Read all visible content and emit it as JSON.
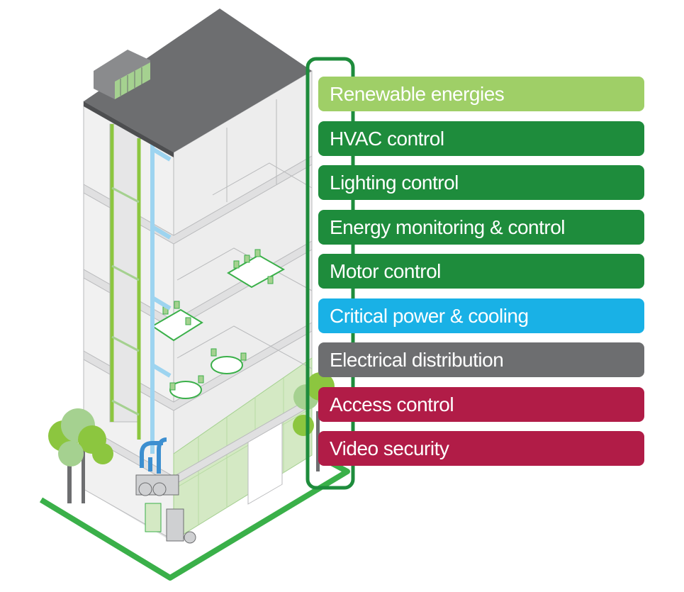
{
  "colors": {
    "renewable": "#9fcf67",
    "building_system": "#1e8c3c",
    "critical_power": "#19b1e6",
    "electrical": "#6d6e70",
    "security": "#b11c47",
    "outline": "#3ab049",
    "bracket": "#1e8c3c"
  },
  "systems": [
    {
      "label": "Renewable energies",
      "color": "#9fcf67"
    },
    {
      "label": "HVAC control",
      "color": "#1e8c3c"
    },
    {
      "label": "Lighting control",
      "color": "#1e8c3c"
    },
    {
      "label": "Energy monitoring & control",
      "color": "#1e8c3c"
    },
    {
      "label": "Motor control",
      "color": "#1e8c3c"
    },
    {
      "label": "Critical power & cooling",
      "color": "#19b1e6"
    },
    {
      "label": "Electrical distribution",
      "color": "#6d6e70"
    },
    {
      "label": "Access control",
      "color": "#b11c47"
    },
    {
      "label": "Video security",
      "color": "#b11c47"
    }
  ]
}
